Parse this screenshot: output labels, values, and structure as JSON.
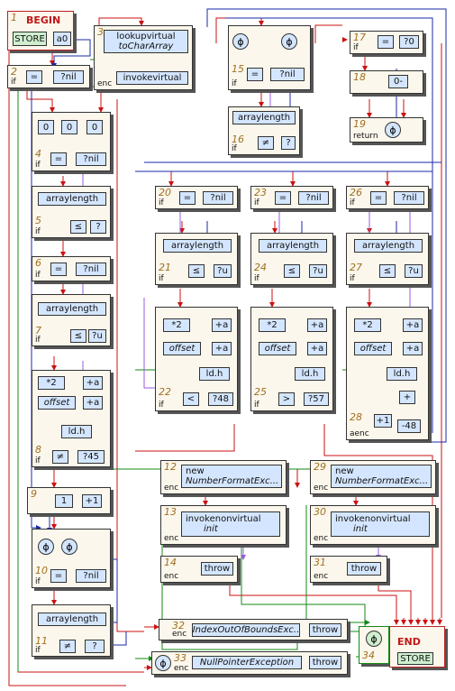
{
  "begin": {
    "num": "1",
    "title": "BEGIN",
    "store": "STORE",
    "arg": "a0"
  },
  "end": {
    "title": "END",
    "store": "STORE"
  },
  "b2": {
    "num": "2",
    "tag": "if",
    "eq": "=",
    "cmp": "?nil"
  },
  "b3": {
    "num": "3",
    "tag": "enc",
    "lookup1": "lookupvirtual",
    "lookup2": "toCharArray",
    "invoke": "invokevirtual"
  },
  "b4": {
    "num": "4",
    "tag": "if",
    "c1": "0",
    "c2": "0",
    "c3": "0",
    "eq": "=",
    "cmp": "?nil"
  },
  "b5": {
    "num": "5",
    "tag": "if",
    "len": "arraylength",
    "op": "≤",
    "cmp": "?"
  },
  "b6": {
    "num": "6",
    "tag": "if",
    "eq": "=",
    "cmp": "?nil"
  },
  "b7": {
    "num": "7",
    "tag": "if",
    "len": "arraylength",
    "op": "≤",
    "cmp": "?u"
  },
  "b8": {
    "num": "8",
    "tag": "if",
    "mul": "*2",
    "add1": "+a",
    "offset": "offset",
    "add2": "+a",
    "ld": "ld.h",
    "op": "≠",
    "cmp": "?45"
  },
  "b9": {
    "num": "9",
    "one": "1",
    "plus": "+1"
  },
  "b10": {
    "num": "10",
    "tag": "if",
    "phi": "ϕ",
    "eq": "=",
    "cmp": "?nil"
  },
  "b11": {
    "num": "11",
    "tag": "if",
    "len": "arraylength",
    "op": "≠",
    "cmp": "?"
  },
  "b12": {
    "num": "12",
    "tag": "enc",
    "new1": "new",
    "new2": "NumberFormatExc..."
  },
  "b13": {
    "num": "13",
    "tag": "enc",
    "inv1": "invokenonvirtual",
    "inv2": "init"
  },
  "b14": {
    "num": "14",
    "tag": "enc",
    "throw": "throw"
  },
  "b15": {
    "num": "15",
    "tag": "if",
    "phi": "ϕ",
    "eq": "=",
    "cmp": "?nil"
  },
  "b16": {
    "num": "16",
    "tag": "if",
    "len": "arraylength",
    "op": "≠",
    "cmp": "?"
  },
  "b17": {
    "num": "17",
    "tag": "if",
    "eq": "=",
    "cmp": "?0"
  },
  "b18": {
    "num": "18",
    "neg": "0-"
  },
  "b19": {
    "num": "19",
    "tag": "return",
    "phi": "ϕ"
  },
  "b20": {
    "num": "20",
    "tag": "if",
    "eq": "=",
    "cmp": "?nil"
  },
  "b21": {
    "num": "21",
    "tag": "if",
    "len": "arraylength",
    "op": "≤",
    "cmp": "?u"
  },
  "b22": {
    "num": "22",
    "tag": "if",
    "mul": "*2",
    "add1": "+a",
    "offset": "offset",
    "add2": "+a",
    "ld": "ld.h",
    "op": "<",
    "cmp": "?48"
  },
  "b23": {
    "num": "23",
    "tag": "if",
    "eq": "=",
    "cmp": "?nil"
  },
  "b24": {
    "num": "24",
    "tag": "if",
    "len": "arraylength",
    "op": "≤",
    "cmp": "?u"
  },
  "b25": {
    "num": "25",
    "tag": "if",
    "mul": "*2",
    "add1": "+a",
    "offset": "offset",
    "add2": "+a",
    "ld": "ld.h",
    "op": ">",
    "cmp": "?57"
  },
  "b26": {
    "num": "26",
    "tag": "if",
    "eq": "=",
    "cmp": "?nil"
  },
  "b27": {
    "num": "27",
    "tag": "if",
    "len": "arraylength",
    "op": "≤",
    "cmp": "?u"
  },
  "b28": {
    "num": "28",
    "tag": "aenc",
    "mul": "*2",
    "add1": "+a",
    "offset": "offset",
    "add2": "+a",
    "ld": "ld.h",
    "plus": "+",
    "one": "+1",
    "minus": "-48"
  },
  "b29": {
    "num": "29",
    "tag": "enc",
    "new1": "new",
    "new2": "NumberFormatExc..."
  },
  "b30": {
    "num": "30",
    "tag": "enc",
    "inv1": "invokenonvirtual",
    "inv2": "init"
  },
  "b31": {
    "num": "31",
    "tag": "enc",
    "throw": "throw"
  },
  "b32": {
    "num": "32",
    "tag": "enc",
    "exc": "IndexOutOfBoundsExc..",
    "throw": "throw"
  },
  "b33": {
    "num": "33",
    "tag": "enc",
    "phi": "ϕ",
    "exc": "NullPointerException",
    "throw": "throw"
  },
  "b34": {
    "num": "34",
    "phi": "ϕ"
  },
  "colors": {
    "red": "#cc1111",
    "blue": "#1a2aa8",
    "green": "#138a13",
    "purple": "#9a5ae0",
    "brown": "#a0701a",
    "box": "#d4e6ff",
    "block": "#fbf7ec"
  }
}
